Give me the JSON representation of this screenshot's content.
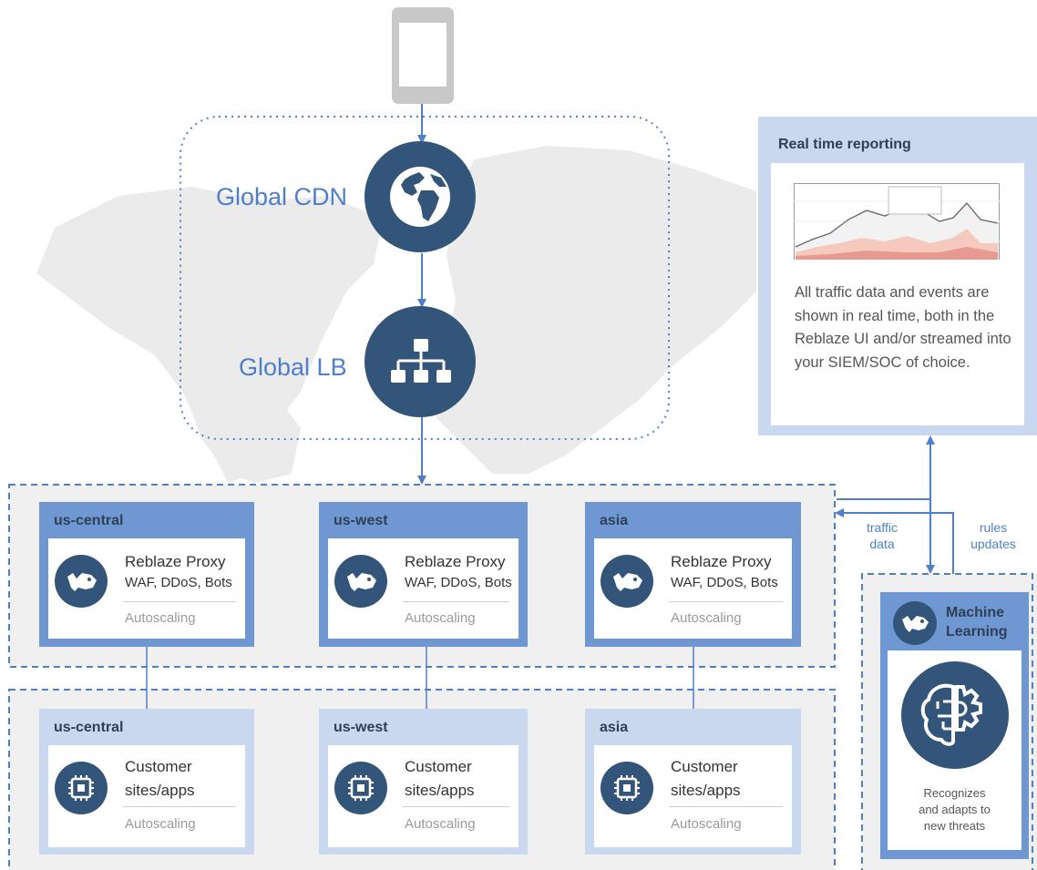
{
  "nodes": {
    "cdn_label": "Global CDN",
    "lb_label": "Global LB"
  },
  "proxy_regions": [
    {
      "name": "us-central",
      "title": "Reblaze Proxy",
      "subtitle": "WAF, DDoS, Bots",
      "scaling": "Autoscaling"
    },
    {
      "name": "us-west",
      "title": "Reblaze Proxy",
      "subtitle": "WAF, DDoS, Bots",
      "scaling": "Autoscaling"
    },
    {
      "name": "asia",
      "title": "Reblaze Proxy",
      "subtitle": "WAF, DDoS, Bots",
      "scaling": "Autoscaling"
    }
  ],
  "customer_regions": [
    {
      "name": "us-central",
      "title": "Customer",
      "subtitle": "sites/apps",
      "scaling": "Autoscaling"
    },
    {
      "name": "us-west",
      "title": "Customer",
      "subtitle": "sites/apps",
      "scaling": "Autoscaling"
    },
    {
      "name": "asia",
      "title": "Customer",
      "subtitle": "sites/apps",
      "scaling": "Autoscaling"
    }
  ],
  "reporting": {
    "title": "Real time reporting",
    "description": "All traffic data and events are shown in real time, both in the Reblaze UI and/or streamed into your SIEM/SOC of choice."
  },
  "flows": {
    "traffic_line1": "traffic",
    "traffic_line2": "data",
    "rules_line1": "rules",
    "rules_line2": "updates"
  },
  "ml": {
    "title_line1": "Machine",
    "title_line2": "Learning",
    "text_line1": "Recognizes",
    "text_line2": "and adapts to",
    "text_line3": "new threats"
  },
  "colors": {
    "accent_blue": "#4f7fc8",
    "dark_navy": "#34557a",
    "header_blue": "#6f98d2",
    "light_blue": "#c9d8ee",
    "map_gray": "#e9e9e9",
    "zone_gray": "#f0f0f0",
    "device_gray": "#c8c8c8"
  },
  "icons": [
    "tablet-icon",
    "globe-icon",
    "network-tree-icon",
    "rhino-logo-icon",
    "chip-icon",
    "brain-gear-icon"
  ]
}
